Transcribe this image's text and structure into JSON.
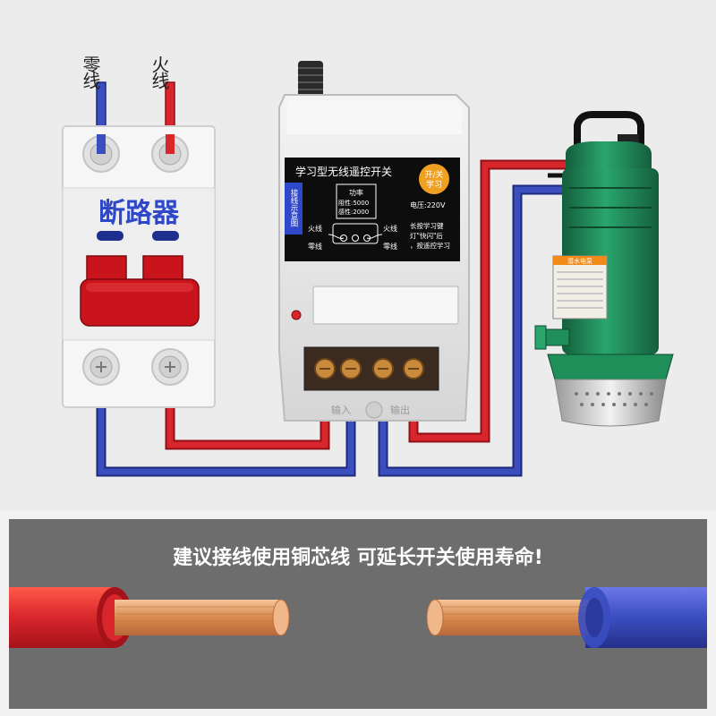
{
  "wire_labels": {
    "neutral": "零线",
    "live": "火线"
  },
  "breaker": {
    "label": "断路器"
  },
  "controller": {
    "title": "学习型无线遥控开关",
    "learn_badge_line1": "开/关",
    "learn_badge_line2": "学习",
    "side_tab": "接线示意图",
    "power_title": "功率",
    "power_resistive": "阻性:5000",
    "power_inductive": "感性:2000",
    "voltage": "电压:220V",
    "live_in": "火线",
    "neutral_in": "零线",
    "live_out": "火线",
    "neutral_out": "零线",
    "instruction_line1": "长按学习键",
    "instruction_line2": "灯\"快闪\"后",
    "instruction_line3": "，按遥控学习",
    "input_label": "输入",
    "output_label": "输出"
  },
  "pump": {
    "plate_text": "潜水电泵"
  },
  "banner": {
    "text": "建议接线使用铜芯线 可延长开关使用寿命!"
  },
  "colors": {
    "red_wire": "#d8262c",
    "blue_wire": "#3a4ec0",
    "breaker_red": "#c9141c",
    "pump_green": "#1f8f5a",
    "copper": "#e9a46a",
    "banner_bg": "#6d6d6d"
  }
}
